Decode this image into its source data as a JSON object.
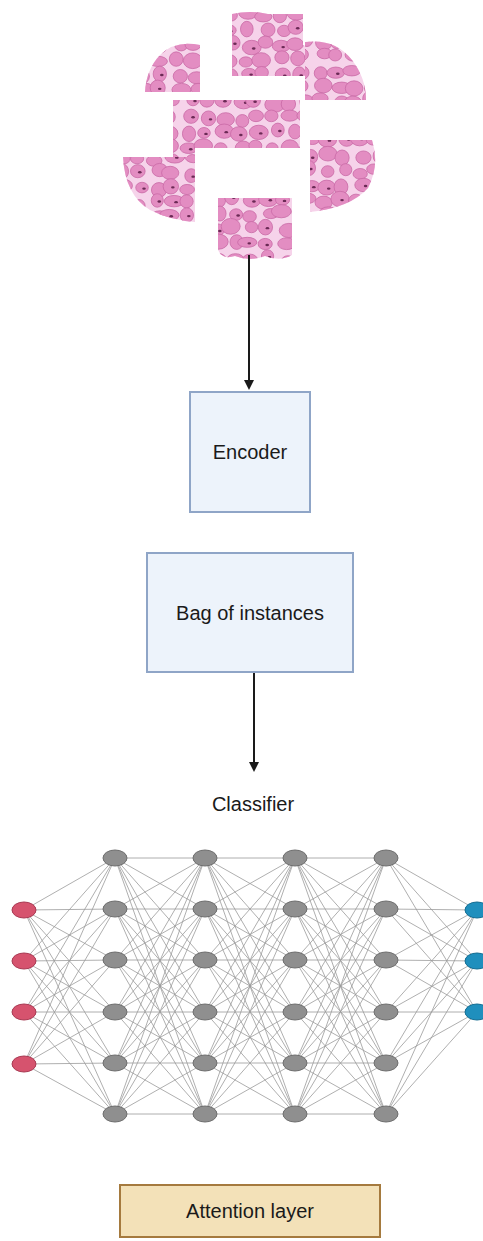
{
  "diagram": {
    "nodes": [
      {
        "text": [
          "Encoder"
        ]
      },
      {
        "text": [
          "Bag of instances"
        ]
      },
      {
        "text": [
          "Attention layer"
        ]
      }
    ],
    "labels": [
      "Classifier"
    ]
  }
}
